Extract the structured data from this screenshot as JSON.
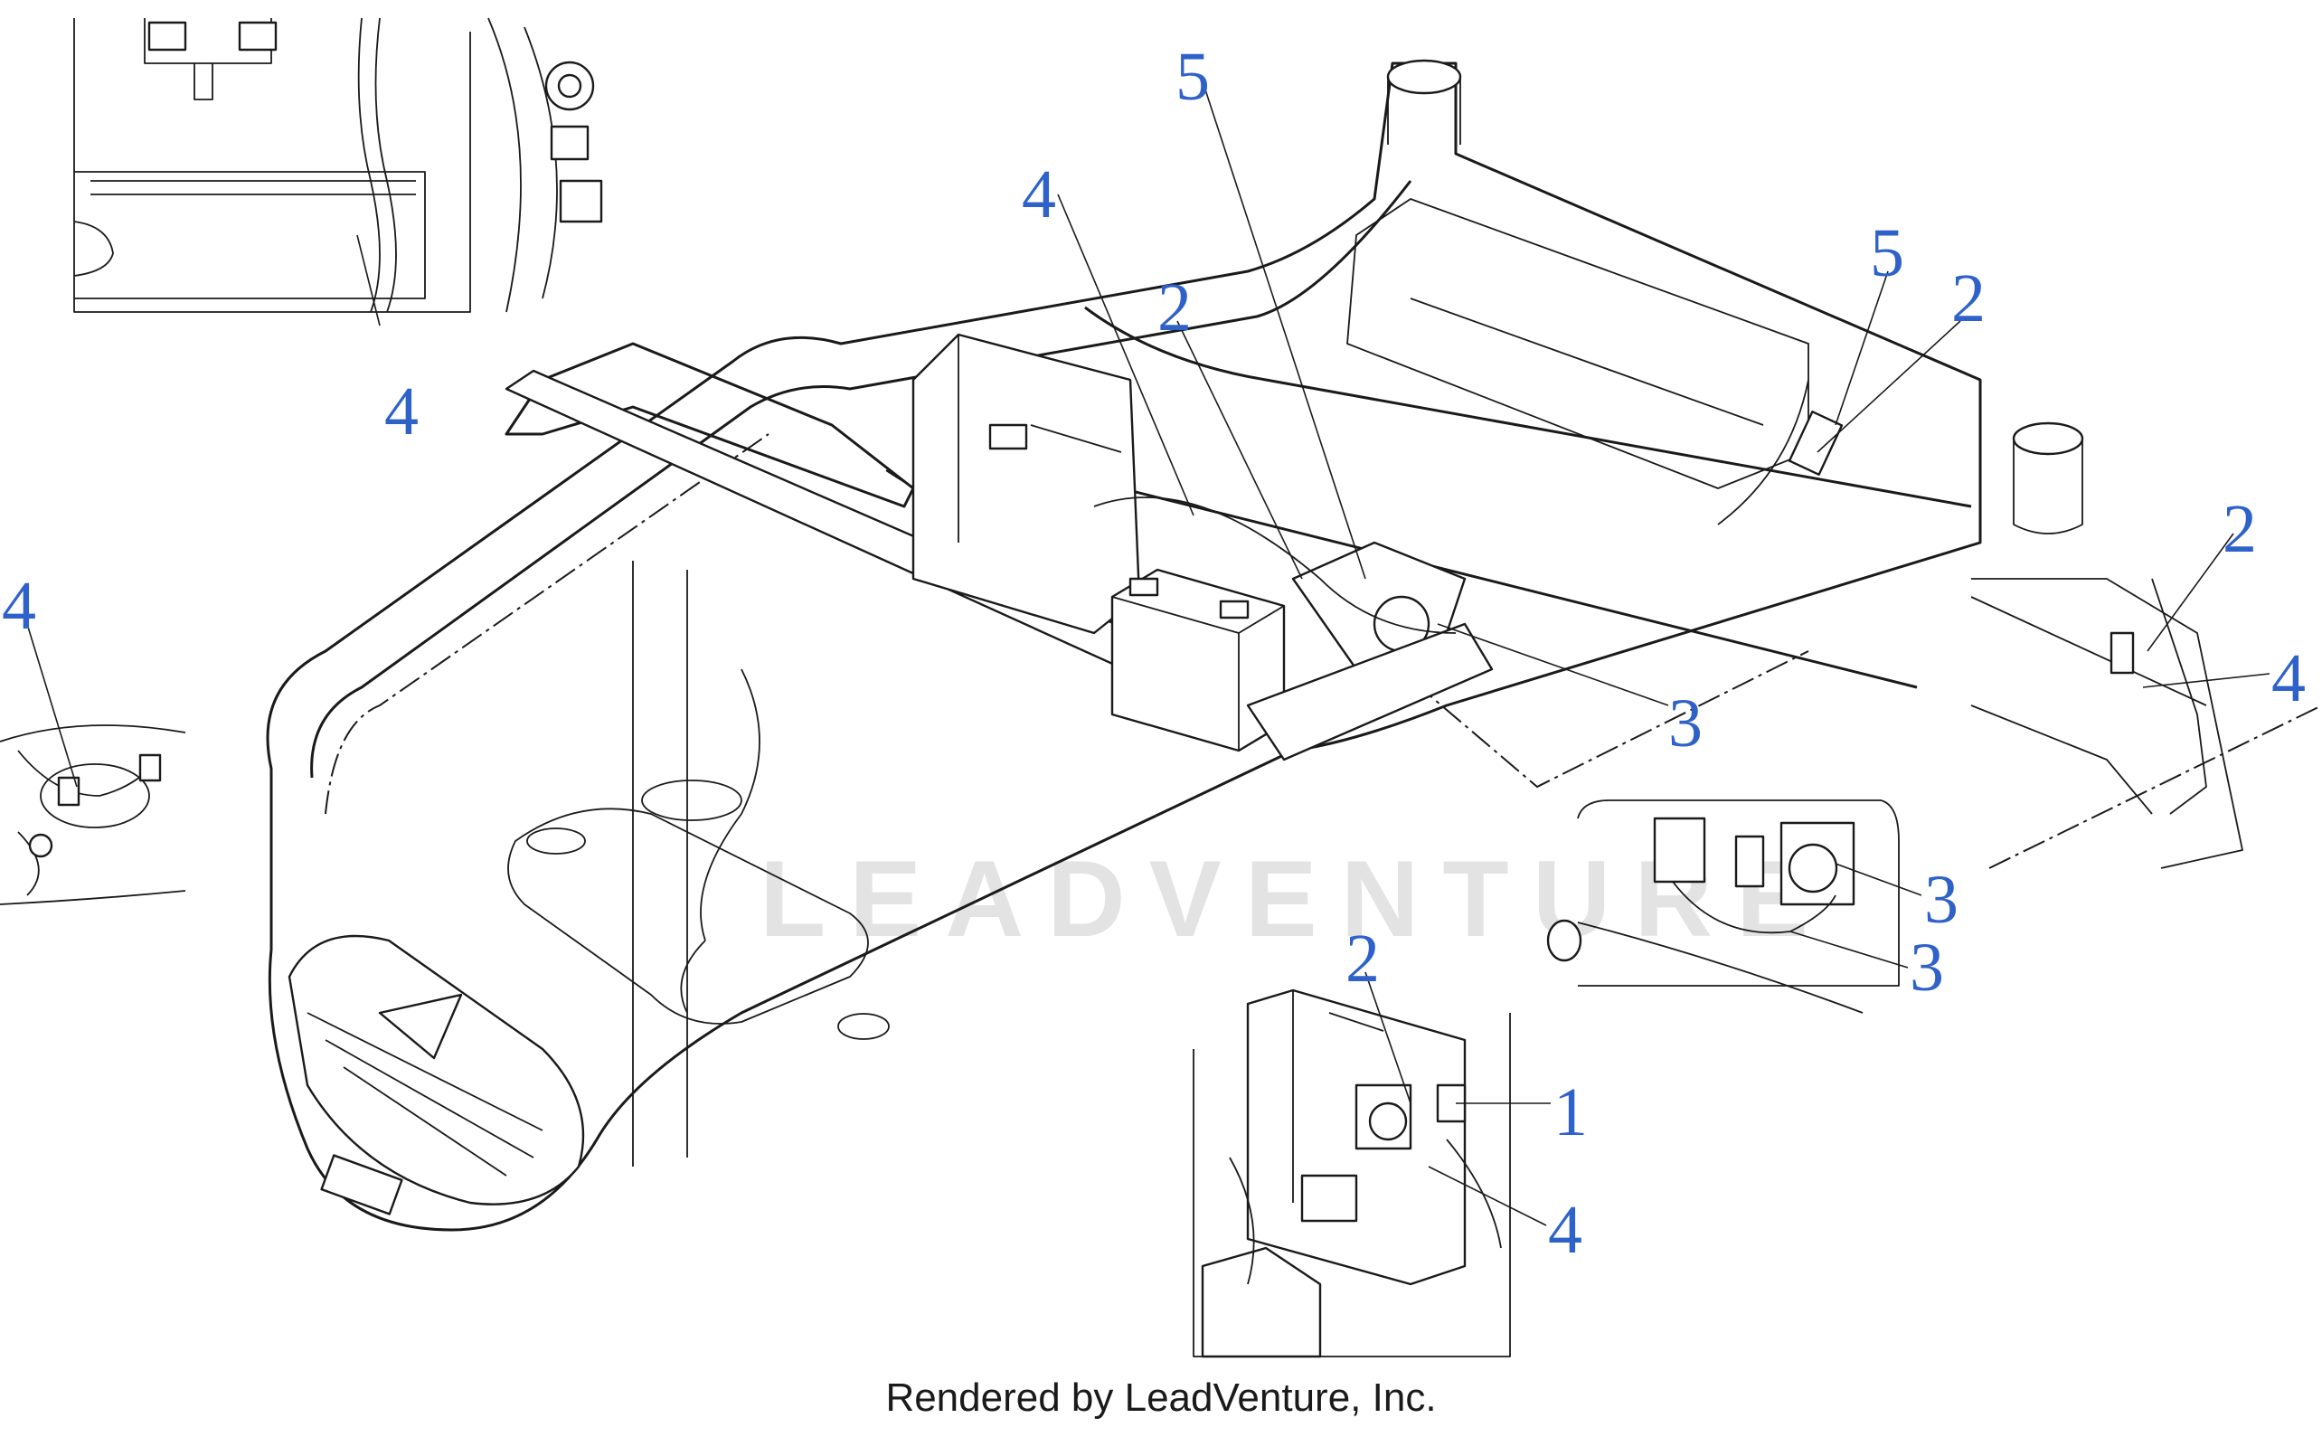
{
  "callouts": {
    "inset_top_left_4": "4",
    "inset_left_4": "4",
    "main_4": "4",
    "main_5": "5",
    "main_2": "2",
    "rear_5": "5",
    "rear_2": "2",
    "right_inset_2": "2",
    "right_inset_4": "4",
    "main_3": "3",
    "right_inset_3a": "3",
    "right_inset_3b": "3",
    "bottom_inset_2": "2",
    "bottom_inset_1": "1",
    "bottom_inset_4": "4"
  },
  "watermark": "LEADVENTURE",
  "footer": "Rendered by LeadVenture, Inc."
}
